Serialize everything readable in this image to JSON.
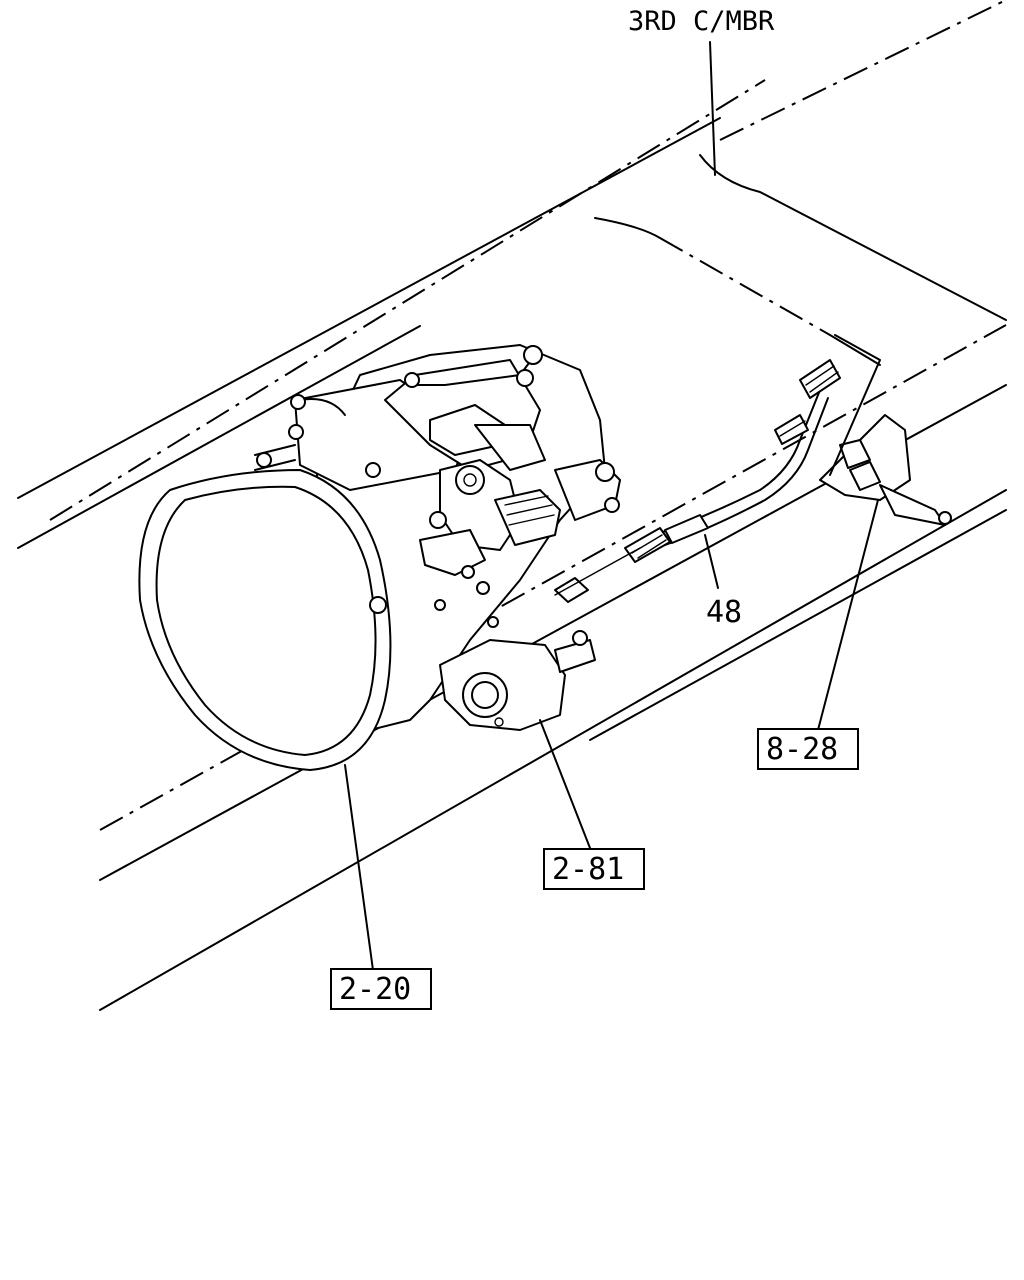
{
  "diagram": {
    "top_label": "3RD C/MBR",
    "callouts": {
      "hose_number": "48",
      "ref_clutch_unit": "8-28",
      "ref_booster": "2-81",
      "ref_transmission": "2-20"
    },
    "colors": {
      "ink": "#000000",
      "paper": "#ffffff"
    }
  }
}
